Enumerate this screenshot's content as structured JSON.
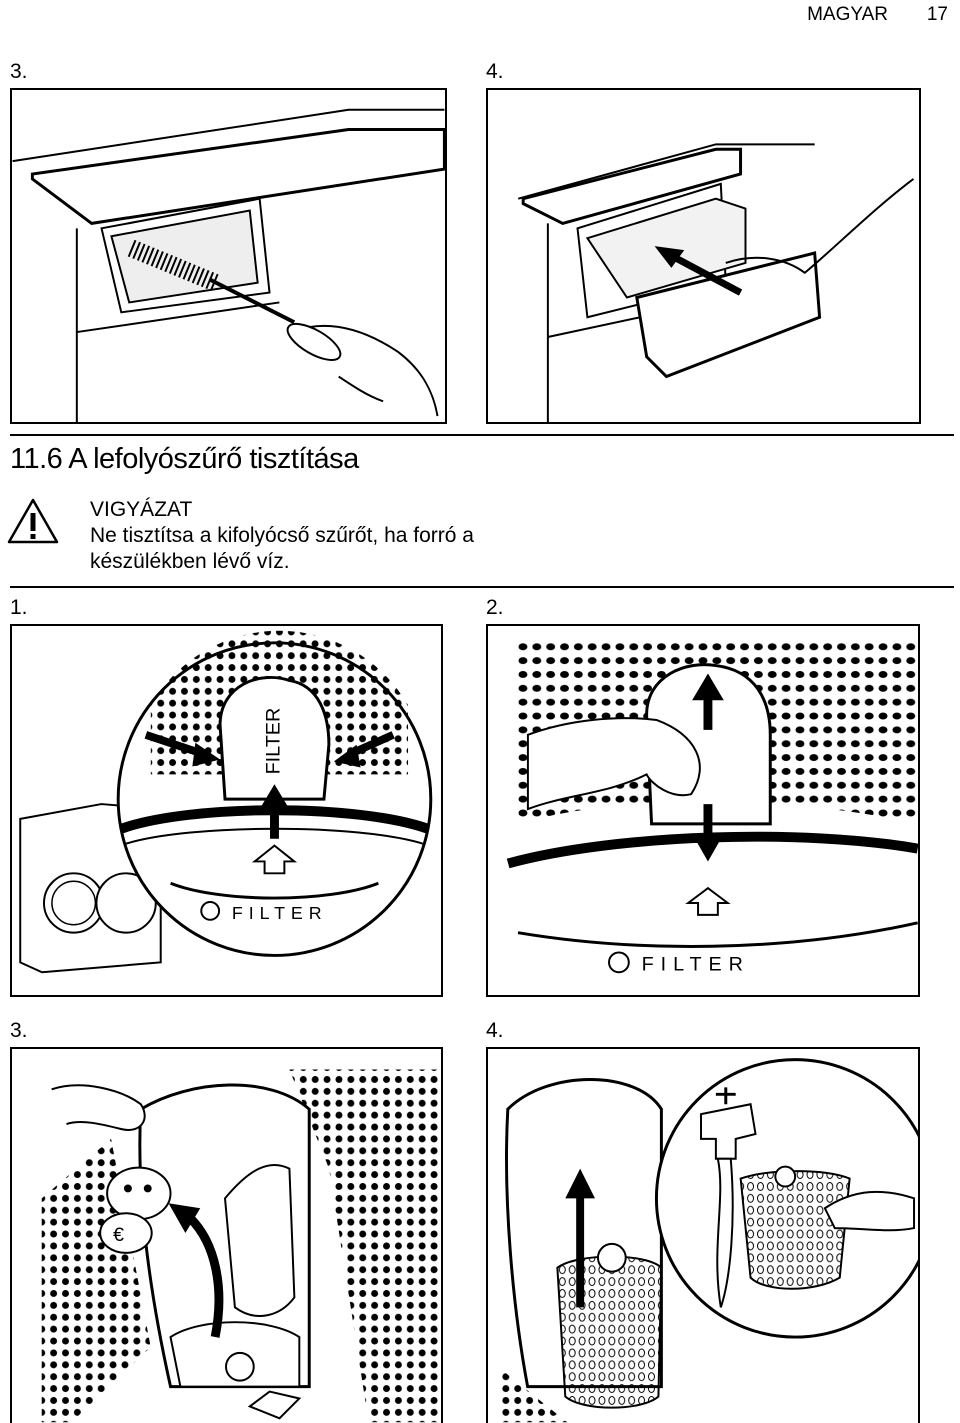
{
  "header": {
    "language": "MAGYAR",
    "page_number": "17"
  },
  "top_steps": [
    "3.",
    "4."
  ],
  "section": {
    "number": "11.6",
    "title": "A lefolyószűrő tisztítása"
  },
  "warning": {
    "icon": "warning-triangle-icon",
    "title": "VIGYÁZAT",
    "text": "Ne tisztítsa a kifolyócső szűrőt, ha forró a készülékben lévő víz."
  },
  "middle_steps": [
    "1.",
    "2."
  ],
  "bottom_steps": [
    "3.",
    "4."
  ],
  "illustration_labels": {
    "filter_vertical": "FILTER",
    "filter_horizontal": "FILTER"
  }
}
